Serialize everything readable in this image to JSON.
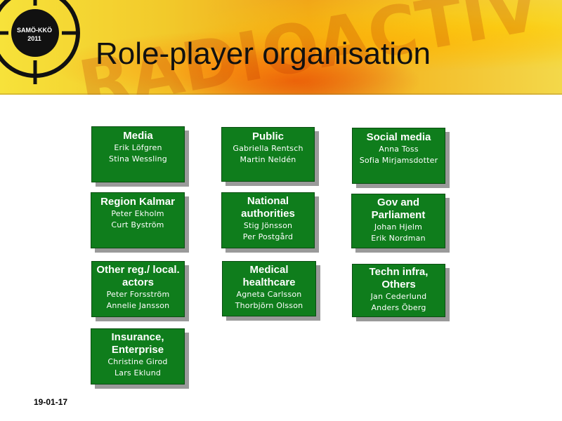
{
  "header": {
    "title": "Role-player organisation",
    "logo": {
      "line1": "SAMÖ-KKÖ",
      "line2": "2011"
    },
    "colors": {
      "banner_primary": "#f2c92a",
      "banner_accent": "#e0400a",
      "logo_ring": "#111111"
    }
  },
  "boxes": [
    {
      "title": "Media",
      "people": [
        "Erik Löfgren",
        "Stina Wessling"
      ]
    },
    {
      "title": "Public",
      "people": [
        "Gabriella Rentsch",
        "Martin Neldén"
      ]
    },
    {
      "title": "Social media",
      "people": [
        "Anna Toss",
        "Sofia Mirjamsdotter"
      ]
    },
    {
      "title": "Region Kalmar",
      "people": [
        "Peter Ekholm",
        "Curt Byström"
      ]
    },
    {
      "title": "National authorities",
      "people": [
        "Stig Jönsson",
        "Per Postgård"
      ]
    },
    {
      "title": "Gov and Parliament",
      "people": [
        "Johan Hjelm",
        "Erik Nordman"
      ]
    },
    {
      "title": "Other reg./ local. actors",
      "people": [
        "Peter Forsström",
        "Annelie Jansson"
      ]
    },
    {
      "title": "Medical healthcare",
      "people": [
        "Agneta Carlsson",
        "Thorbjörn Olsson"
      ]
    },
    {
      "title": "Techn infra, Others",
      "people": [
        "Jan Cederlund",
        "Anders Öberg"
      ]
    },
    {
      "title": "Insurance, Enterprise",
      "people": [
        "Christine Girod",
        "Lars Eklund"
      ]
    }
  ],
  "box_style": {
    "fill": "#0f7d1c",
    "text": "#ffffff",
    "shadow": "#9a9a9a"
  },
  "footer": {
    "date": "19-01-17"
  }
}
